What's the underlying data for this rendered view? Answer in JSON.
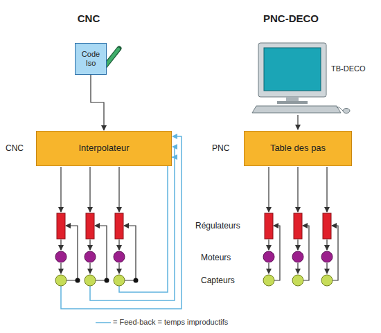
{
  "diagram": {
    "nodes": [
      {
        "text": [
          "Code Iso"
        ]
      },
      {
        "text": [
          "Interpolateur"
        ]
      },
      {
        "text": [
          "Table des pas"
        ]
      }
    ],
    "edges": [
      {
        "from": 0,
        "to": 1,
        "arrow": "to"
      }
    ],
    "labels": [
      "CNC",
      "PNC-DECO",
      "CNC",
      "TB-DECO",
      "PNC",
      "Régulateurs",
      "Moteurs",
      "Capteurs"
    ],
    "legend": [
      {
        "text": "= Feed-back = temps improductifs"
      }
    ]
  }
}
